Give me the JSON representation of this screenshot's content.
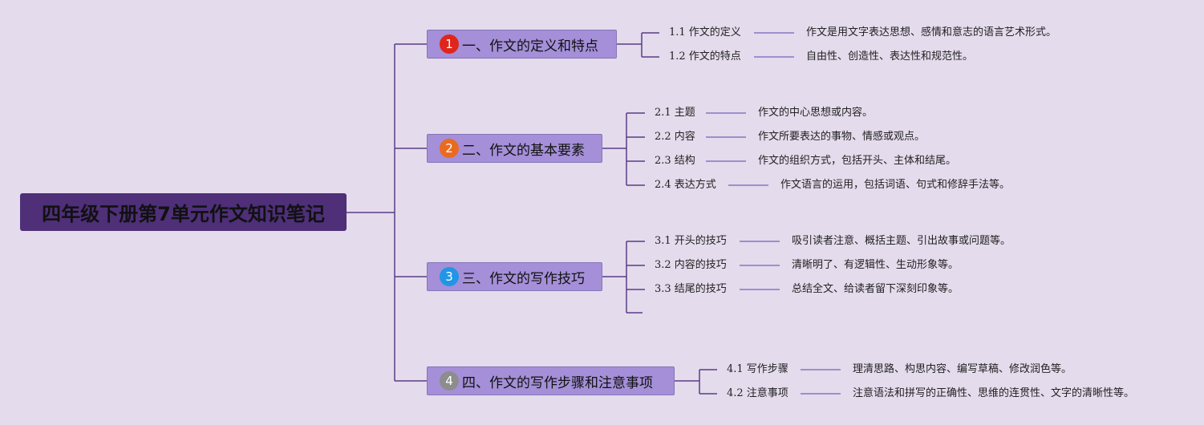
{
  "colors": {
    "background": "#e4dbec",
    "root_fill": "#4e2f78",
    "topic_fill": "#a48fd8",
    "line": "#5b3d86",
    "sub_line": "#8a74c4",
    "badge_1": "#e0251b",
    "badge_2": "#ea6a1f",
    "badge_3": "#2196e6",
    "badge_4": "#8d8d8d"
  },
  "root": {
    "title": "四年级下册第7单元作文知识笔记"
  },
  "topics": [
    {
      "badge": "1",
      "label": "一、作文的定义和特点",
      "items": [
        {
          "label": "1.1 作文的定义",
          "desc": "作文是用文字表达思想、感情和意志的语言艺术形式。"
        },
        {
          "label": "1.2 作文的特点",
          "desc": "自由性、创造性、表达性和规范性。"
        }
      ]
    },
    {
      "badge": "2",
      "label": "二、作文的基本要素",
      "items": [
        {
          "label": "2.1 主题",
          "desc": "作文的中心思想或内容。"
        },
        {
          "label": "2.2 内容",
          "desc": "作文所要表达的事物、情感或观点。"
        },
        {
          "label": "2.3 结构",
          "desc": "作文的组织方式，包括开头、主体和结尾。"
        },
        {
          "label": "2.4 表达方式",
          "desc": "作文语言的运用，包括词语、句式和修辞手法等。"
        }
      ]
    },
    {
      "badge": "3",
      "label": "三、作文的写作技巧",
      "items": [
        {
          "label": "3.1 开头的技巧",
          "desc": "吸引读者注意、概括主题、引出故事或问题等。"
        },
        {
          "label": "3.2 内容的技巧",
          "desc": "清晰明了、有逻辑性、生动形象等。"
        },
        {
          "label": "3.3 结尾的技巧",
          "desc": "总结全文、给读者留下深刻印象等。"
        }
      ]
    },
    {
      "badge": "4",
      "label": "四、作文的写作步骤和注意事项",
      "items": [
        {
          "label": "4.1 写作步骤",
          "desc": "理清思路、构思内容、编写草稿、修改润色等。"
        },
        {
          "label": "4.2 注意事项",
          "desc": "注意语法和拼写的正确性、思维的连贯性、文字的清晰性等。"
        }
      ]
    }
  ]
}
